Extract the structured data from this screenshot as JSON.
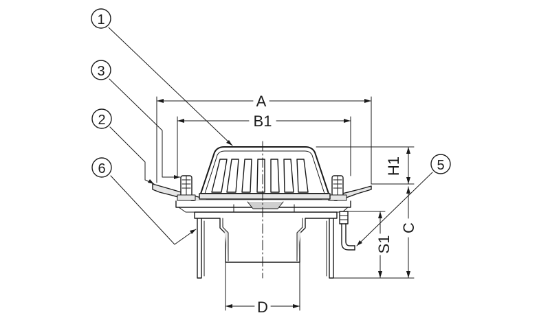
{
  "callouts": [
    {
      "id": "c1",
      "label": "1"
    },
    {
      "id": "c2",
      "label": "2"
    },
    {
      "id": "c3",
      "label": "3"
    },
    {
      "id": "c5",
      "label": "5"
    },
    {
      "id": "c6",
      "label": "6"
    }
  ],
  "dimensions": {
    "A": "A",
    "B1": "B1",
    "H1": "H1",
    "C": "C",
    "S1": "S1",
    "D": "D"
  }
}
